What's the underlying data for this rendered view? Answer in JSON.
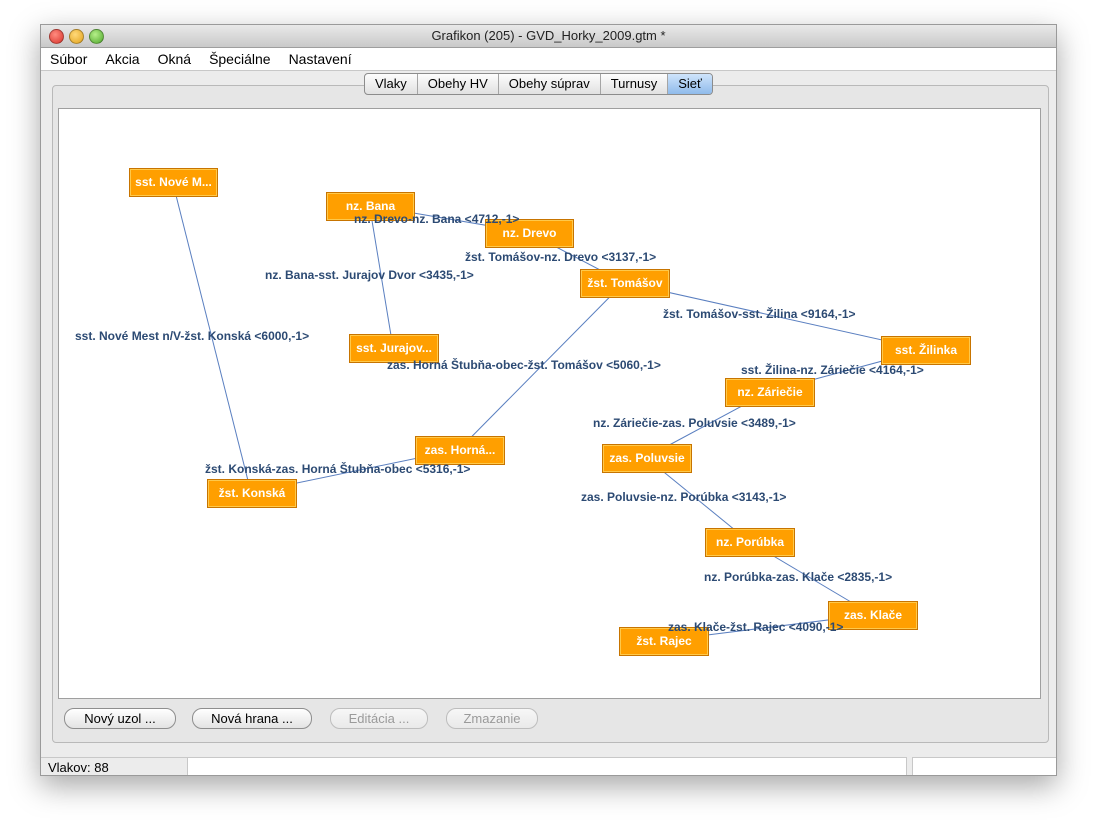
{
  "window": {
    "title": "Grafikon (205) - GVD_Horky_2009.gtm *"
  },
  "menu": [
    "Súbor",
    "Akcia",
    "Okná",
    "Špeciálne",
    "Nastavení"
  ],
  "tabs": [
    "Vlaky",
    "Obehy HV",
    "Obehy súprav",
    "Turnusy",
    "Sieť"
  ],
  "active_tab": "Sieť",
  "nodes": [
    {
      "id": "nove_mesto",
      "label": "sst. Nové M..."
    },
    {
      "id": "bana",
      "label": "nz. Bana"
    },
    {
      "id": "drevo",
      "label": "nz. Drevo"
    },
    {
      "id": "tomasov",
      "label": "žst. Tomášov"
    },
    {
      "id": "jurajov",
      "label": "sst. Jurajov..."
    },
    {
      "id": "zilinka",
      "label": "sst. Žilinka"
    },
    {
      "id": "zariecie",
      "label": "nz. Záriečie"
    },
    {
      "id": "horna",
      "label": "zas. Horná..."
    },
    {
      "id": "poluvsie",
      "label": "zas. Poluvsie"
    },
    {
      "id": "konska",
      "label": "žst. Konská"
    },
    {
      "id": "porubka",
      "label": "nz. Porúbka"
    },
    {
      "id": "klace",
      "label": "zas. Klače"
    },
    {
      "id": "rajec",
      "label": "žst. Rajec"
    }
  ],
  "edges": [
    {
      "from": "drevo",
      "to": "bana",
      "label": "nz. Drevo-nz. Bana <4712,-1>"
    },
    {
      "from": "tomasov",
      "to": "drevo",
      "label": "žst. Tomášov-nz. Drevo <3137,-1>"
    },
    {
      "from": "bana",
      "to": "jurajov",
      "label": "nz. Bana-sst. Jurajov Dvor <3435,-1>"
    },
    {
      "from": "tomasov",
      "to": "zilinka",
      "label": "žst. Tomášov-sst. Žilina <9164,-1>"
    },
    {
      "from": "nove_mesto",
      "to": "konska",
      "label": "sst. Nové Mest n/V-žst. Konská <6000,-1>"
    },
    {
      "from": "zilinka",
      "to": "zariecie",
      "label": "sst. Žilina-nz. Záriečie <4164,-1>"
    },
    {
      "from": "horna",
      "to": "tomasov",
      "label": "zas. Horná Štubňa-obec-žst. Tomášov <5060,-1>"
    },
    {
      "from": "zariecie",
      "to": "poluvsie",
      "label": "nz. Záriečie-zas. Poluvsie <3489,-1>"
    },
    {
      "from": "konska",
      "to": "horna",
      "label": "žst. Konská-zas. Horná Štubňa-obec <5316,-1>"
    },
    {
      "from": "poluvsie",
      "to": "porubka",
      "label": "zas. Poluvsie-nz. Porúbka <3143,-1>"
    },
    {
      "from": "porubka",
      "to": "klace",
      "label": "nz. Porúbka-zas. Klače <2835,-1>"
    },
    {
      "from": "klace",
      "to": "rajec",
      "label": "zas. Klače-žst. Rajec <4090,-1>"
    }
  ],
  "buttons": {
    "new_node": "Nový uzol ...",
    "new_edge": "Nová hrana ...",
    "edit": "Editácia ...",
    "delete": "Zmazanie"
  },
  "status": {
    "trains": "Vlakov: 88"
  },
  "colors": {
    "node_fill": "#ff9f00",
    "edge_line": "#5a7fc0",
    "edge_label": "#2c4a73",
    "active_tab": "#8fbbeb"
  }
}
